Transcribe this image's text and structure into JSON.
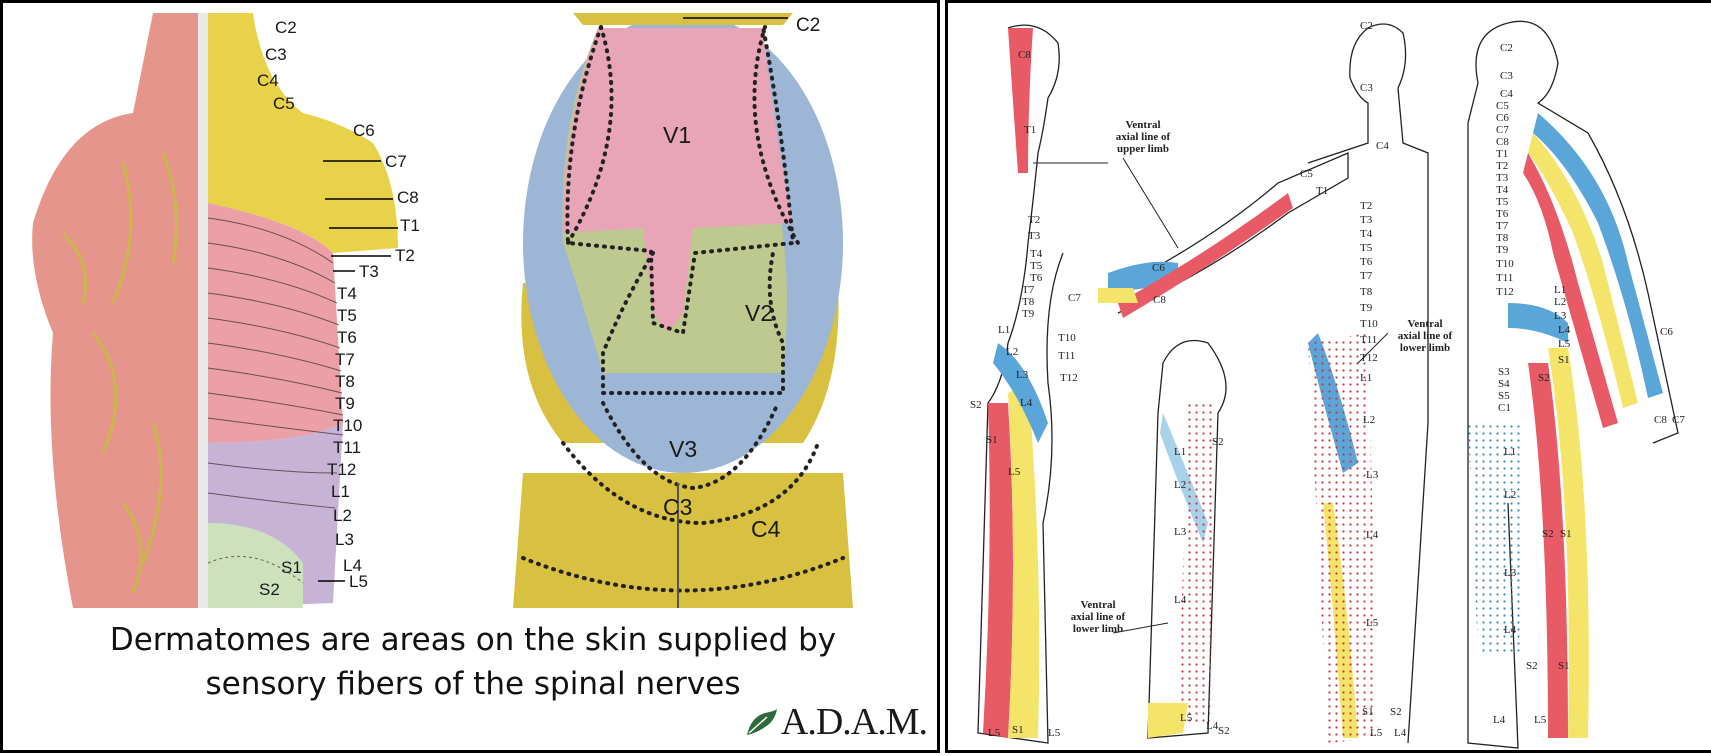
{
  "left": {
    "back_labels": [
      "C2",
      "C3",
      "C4",
      "C5",
      "C6",
      "C7",
      "C8",
      "T1",
      "T2",
      "T3",
      "T4",
      "T5",
      "T6",
      "T7",
      "T8",
      "T9",
      "T10",
      "T11",
      "T12",
      "L1",
      "L2",
      "L3",
      "L4",
      "L5",
      "S1",
      "S2"
    ],
    "face_labels": [
      "C2",
      "V1",
      "V2",
      "V3",
      "C3",
      "C4"
    ],
    "caption_line1": "Dermatomes are areas on the skin supplied by",
    "caption_line2": "sensory fibers of the spinal nerves",
    "logo_text": "A.D.A.M."
  },
  "right": {
    "annotations": {
      "upper_limb": [
        "Ventral",
        "axial line of",
        "upper limb"
      ],
      "lower_limb_center": [
        "Ventral",
        "axial line of",
        "lower limb"
      ],
      "lower_limb_bottom": [
        "Ventral",
        "axial line of",
        "lower limb"
      ]
    },
    "side_labels": [
      "C8",
      "T1",
      "T2",
      "T3",
      "T4",
      "T5",
      "T6",
      "T7",
      "T8",
      "T9",
      "T10",
      "T11",
      "T12",
      "L1",
      "L2",
      "L3",
      "L4",
      "S2",
      "S1",
      "L5",
      "L5",
      "S1",
      "L5"
    ],
    "arm_labels": [
      "C5",
      "C6",
      "C7",
      "C8",
      "T1"
    ],
    "front_labels": [
      "C2",
      "C3",
      "C4",
      "T2",
      "T3",
      "T4",
      "T5",
      "T6",
      "T7",
      "T8",
      "T9",
      "T10",
      "T11",
      "T12",
      "L1",
      "L2",
      "L3",
      "L4",
      "L5",
      "S1",
      "L5",
      "L4",
      "S2"
    ],
    "leg_labels": [
      "S2",
      "L1",
      "L2",
      "L3",
      "L4",
      "L5",
      "L4",
      "S2"
    ],
    "back_labels": [
      "C2",
      "C3",
      "C4",
      "C5",
      "C6",
      "C7",
      "C8",
      "T1",
      "T2",
      "T3",
      "T4",
      "T5",
      "T6",
      "T7",
      "T8",
      "T9",
      "T10",
      "T11",
      "T12",
      "L1",
      "L2",
      "L3",
      "L4",
      "L5",
      "S1",
      "S2",
      "S3",
      "S4",
      "S5",
      "C1",
      "C6",
      "C8",
      "C7",
      "L1",
      "L2",
      "S2",
      "S1",
      "L3",
      "L4",
      "S2",
      "S1",
      "L4",
      "L5"
    ]
  },
  "colors": {
    "muscle": "#e6958c",
    "yellow": "#e8d24a",
    "pink_region": "#e8a5b8",
    "green_region": "#bdc98e",
    "blue_region": "#9db6d6",
    "lilac": "#c6b3d6",
    "red_band": "#e85a66",
    "yellow_band": "#f4e46a",
    "blue_band": "#5aa6d8",
    "dot_red": "#d23040"
  }
}
